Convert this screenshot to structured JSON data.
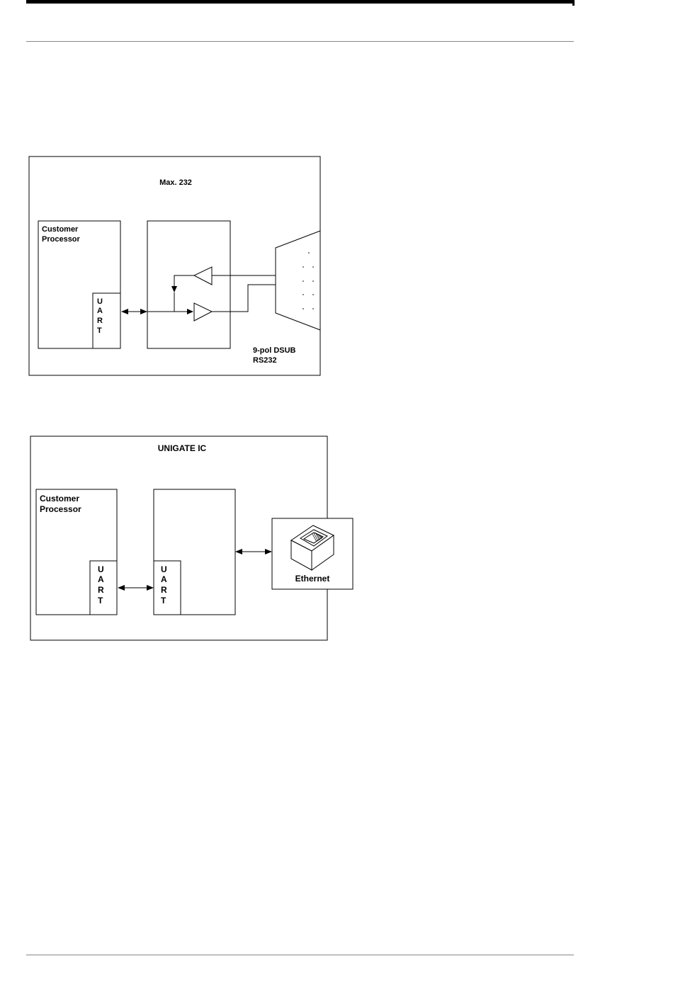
{
  "diagram1": {
    "title": "Max. 232",
    "processor_line1": "Customer",
    "processor_line2": "Processor",
    "uart_letters": [
      "U",
      "A",
      "R",
      "T"
    ],
    "connector_line1": "9-pol DSUB",
    "connector_line2": "RS232"
  },
  "diagram2": {
    "title": "UNIGATE IC",
    "processor_line1": "Customer",
    "processor_line2": "Processor",
    "uart_letters_left": [
      "U",
      "A",
      "R",
      "T"
    ],
    "uart_letters_right": [
      "U",
      "A",
      "R",
      "T"
    ],
    "ethernet_label": "Ethernet"
  },
  "icons": {
    "bidirectional_arrow": "double-headed-arrow",
    "amplifier": "triangle-buffer",
    "connector": "dsub-9-connector",
    "ethernet_port": "rj45-jack-icon"
  },
  "colors": {
    "line": "#000000",
    "background": "#ffffff",
    "rule": "#888888"
  }
}
